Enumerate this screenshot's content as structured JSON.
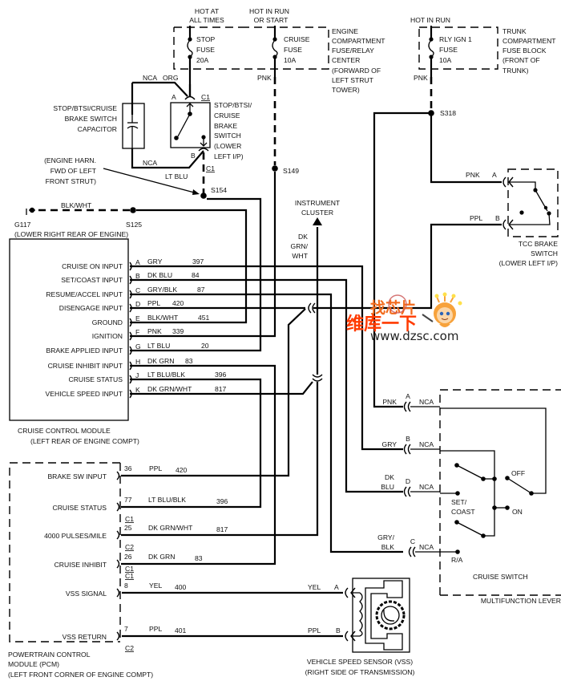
{
  "power": {
    "hot_at_all_times": [
      "HOT AT",
      "ALL TIMES"
    ],
    "hot_in_run_or_start": [
      "HOT IN RUN",
      "OR START"
    ],
    "hot_in_run": "HOT IN RUN"
  },
  "fuses": {
    "stop": [
      "STOP",
      "FUSE",
      "20A"
    ],
    "cruise": [
      "CRUISE",
      "FUSE",
      "10A"
    ],
    "rly_ign1": [
      "RLY IGN 1",
      "FUSE",
      "10A"
    ]
  },
  "fuse_centers": {
    "engine": [
      "ENGINE",
      "COMPARTMENT",
      "FUSE/RELAY",
      "CENTER",
      "(FORWARD OF",
      "LEFT STRUT",
      "TOWER)"
    ],
    "trunk": [
      "TRUNK",
      "COMPARTMENT",
      "FUSE BLOCK",
      "(FRONT OF",
      "TRUNK)"
    ]
  },
  "wire_labels": {
    "org": "ORG",
    "pnk": "PNK",
    "nca": "NCA",
    "lt_blu": "LT BLU",
    "blk_wht": "BLK/WHT",
    "dk_grn_wht": [
      "DK",
      "GRN/",
      "WHT"
    ],
    "ppl": "PPL",
    "gry": "GRY",
    "dk_blu": [
      "DK",
      "BLU"
    ],
    "gry_blk": [
      "GRY/",
      "BLK"
    ],
    "yel": "YEL"
  },
  "splices": {
    "s318": "S318",
    "s149": "S149",
    "s154": "S154",
    "s125": "S125"
  },
  "ground": {
    "id": "G117",
    "location": "(LOWER RIGHT REAR OF ENGINE)"
  },
  "capacitor": [
    "STOP/BTSI/CRUISE",
    "BRAKE SWITCH",
    "CAPACITOR"
  ],
  "brake_switch": {
    "name": [
      "STOP/BTSI/",
      "CRUISE",
      "BRAKE",
      "SWITCH",
      "(LOWER",
      "LEFT I/P)"
    ],
    "pin_a": "A",
    "pin_b": "B",
    "connector": "C1"
  },
  "engine_harness_note": [
    "(ENGINE HARN.",
    "FWD OF LEFT",
    "FRONT STRUT)"
  ],
  "instrument_cluster": [
    "INSTRUMENT",
    "CLUSTER"
  ],
  "tcc_switch": {
    "name": [
      "TCC BRAKE",
      "SWITCH",
      "(LOWER LEFT I/P)"
    ],
    "pin_a": "A",
    "pin_b": "B"
  },
  "cruise_module": {
    "title": "CRUISE CONTROL MODULE",
    "location": "(LEFT REAR OF  ENGINE COMPT)",
    "pins": [
      {
        "label": "CRUISE ON INPUT",
        "pin": "A",
        "color": "GRY",
        "circuit": "397"
      },
      {
        "label": "SET/COAST INPUT",
        "pin": "B",
        "color": "DK BLU",
        "circuit": "84"
      },
      {
        "label": "RESUME/ACCEL INPUT",
        "pin": "C",
        "color": "GRY/BLK",
        "circuit": "87"
      },
      {
        "label": "DISENGAGE INPUT",
        "pin": "D",
        "color": "PPL",
        "circuit": "420"
      },
      {
        "label": "GROUND",
        "pin": "E",
        "color": "BLK/WHT",
        "circuit": "451"
      },
      {
        "label": "IGNITION",
        "pin": "F",
        "color": "PNK",
        "circuit": "339"
      },
      {
        "label": "BRAKE APPLIED INPUT",
        "pin": "G",
        "color": "LT BLU",
        "circuit": "20"
      },
      {
        "label": "CRUISE INHIBIT INPUT",
        "pin": "H",
        "color": "DK GRN",
        "circuit": "83"
      },
      {
        "label": "CRUISE STATUS",
        "pin": "J",
        "color": "LT BLU/BLK",
        "circuit": "396"
      },
      {
        "label": "VEHICLE SPEED INPUT",
        "pin": "K",
        "color": "DK GRN/WHT",
        "circuit": "817"
      }
    ]
  },
  "pcm": {
    "title": [
      "POWERTRAIN CONTROL",
      "MODULE (PCM)",
      "(LEFT FRONT CORNER OF  ENGINE COMPT)"
    ],
    "pins": [
      {
        "label": "BRAKE SW INPUT",
        "pin": "36",
        "color": "PPL",
        "circuit": "420",
        "connector": ""
      },
      {
        "label": "CRUISE STATUS",
        "pin": "77",
        "color": "LT BLU/BLK",
        "circuit": "396",
        "connector": "C1"
      },
      {
        "label": "4000 PULSES/MILE",
        "pin": "25",
        "color": "DK GRN/WHT",
        "circuit": "817",
        "connector": "C2"
      },
      {
        "label": "CRUISE INHIBIT",
        "pin": "26",
        "color": "DK GRN",
        "circuit": "83",
        "connector": "C1"
      },
      {
        "label": "VSS SIGNAL",
        "pin": "8",
        "color": "YEL",
        "circuit": "400",
        "connector": ""
      },
      {
        "label": "VSS RETURN",
        "pin": "7",
        "color": "PPL",
        "circuit": "401",
        "connector": "C2"
      }
    ],
    "top_connector": "C1"
  },
  "vss": {
    "name": [
      "VEHICLE SPEED SENSOR (VSS)",
      "(RIGHT SIDE OF TRANSMISSION)"
    ],
    "pin_a": "A",
    "pin_b": "B"
  },
  "cruise_switch": {
    "name": "CRUISE SWITCH",
    "lever": "MULTIFUNCTION LEVER",
    "pins": [
      {
        "pin": "A",
        "color": "PNK"
      },
      {
        "pin": "B",
        "color": "GRY"
      },
      {
        "pin": "D",
        "color": "DK BLU"
      },
      {
        "pin": "C",
        "color": "GRY/BLK"
      }
    ],
    "positions": {
      "off": "OFF",
      "on": "ON",
      "set_coast": [
        "SET/",
        "COAST"
      ],
      "ra": "R/A"
    }
  },
  "watermark": {
    "line1": "找芯片",
    "line2": "维库一下",
    "url": "www.dzsc.com"
  }
}
